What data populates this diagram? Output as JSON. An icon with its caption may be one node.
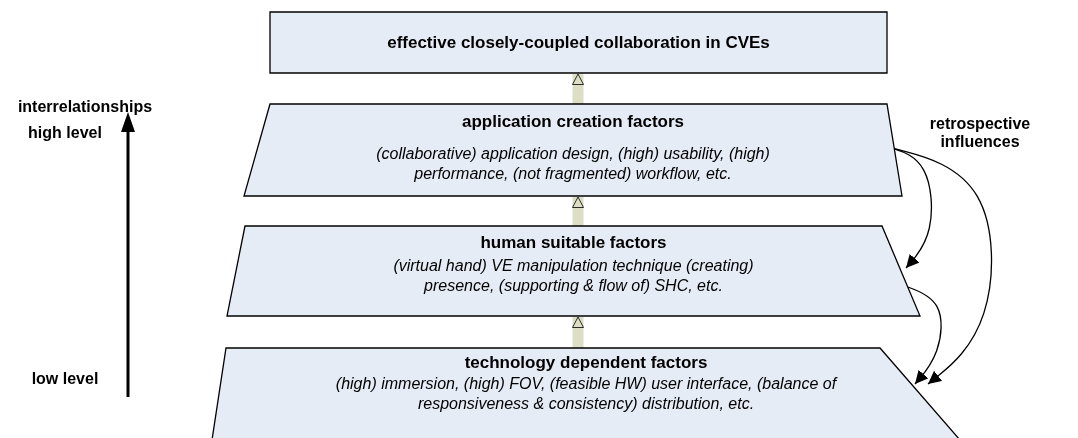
{
  "diagram": {
    "nodes": [
      {
        "text": [
          "effective closely-coupled collaboration in CVEs"
        ]
      },
      {
        "text": [
          "application creation factors",
          "(collaborative) application design, (high) usability, (high) performance, (not fragmented) workflow, etc."
        ]
      },
      {
        "text": [
          "human suitable factors",
          "(virtual hand) VE manipulation technique (creating) presence, (supporting & flow of) SHC, etc."
        ]
      },
      {
        "text": [
          "technology dependent factors",
          "(high) immersion, (high) FOV, (feasible HW) user interface, (balance of responsiveness & consistency) distribution, etc."
        ]
      }
    ],
    "edges": [
      {
        "from": 1,
        "to": 0,
        "arrow": "to",
        "style": "thick",
        "color": "#dcdfc6"
      },
      {
        "from": 2,
        "to": 1,
        "arrow": "to",
        "style": "thick",
        "color": "#dcdfc6"
      },
      {
        "from": 3,
        "to": 2,
        "arrow": "to",
        "style": "thick",
        "color": "#dcdfc6"
      },
      {
        "from": 1,
        "to": 2,
        "arrow": "to",
        "color": "#000000"
      },
      {
        "from": 1,
        "to": 3,
        "arrow": "to",
        "color": "#000000"
      },
      {
        "from": 2,
        "to": 3,
        "arrow": "to",
        "color": "#000000"
      }
    ],
    "labels": [
      "interrelationships",
      "high level",
      "retrospective influences",
      "low level"
    ]
  }
}
